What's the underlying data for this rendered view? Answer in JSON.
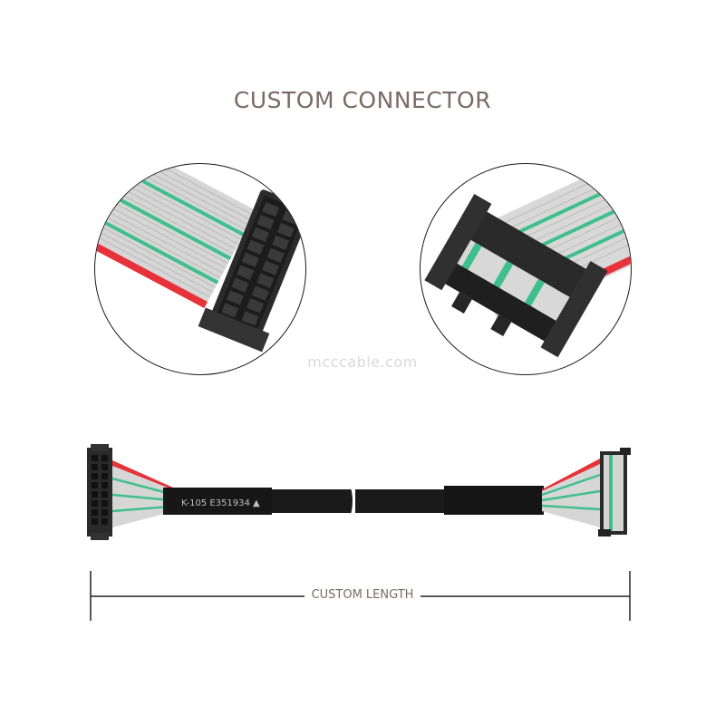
{
  "header": {
    "title": "CUSTOM CONNECTOR"
  },
  "watermark": "mcccable.com",
  "cable": {
    "print_text": "K-105  E351934  ▲"
  },
  "measure": {
    "label": "CUSTOM LENGTH"
  },
  "colors": {
    "title": "#7a6a66",
    "ribbon_gray": "#d4d4d4",
    "ribbon_green": "#3fbf8f",
    "ribbon_red": "#e8323a",
    "connector": "#2a2a2a",
    "sleeve": "#151515"
  }
}
